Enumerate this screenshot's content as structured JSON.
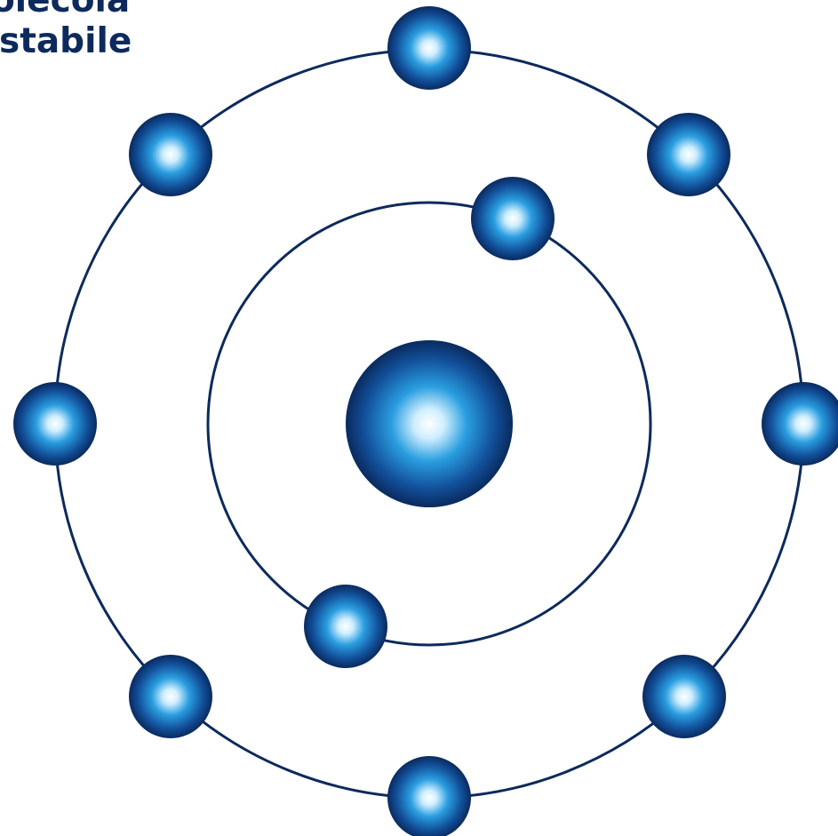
{
  "caption": {
    "line1": "olecola",
    "line2": "stabile"
  },
  "colors": {
    "orbit_stroke": "#0d2a5c",
    "sphere_highlight": "#ffffff",
    "sphere_mid": "#2a9ee0",
    "sphere_dark": "#0a2a5e",
    "caption_text": "#0d2a5c"
  },
  "diagram": {
    "nucleus_count": 1,
    "inner_orbit_electrons": 2,
    "outer_orbit_electrons": 8
  }
}
